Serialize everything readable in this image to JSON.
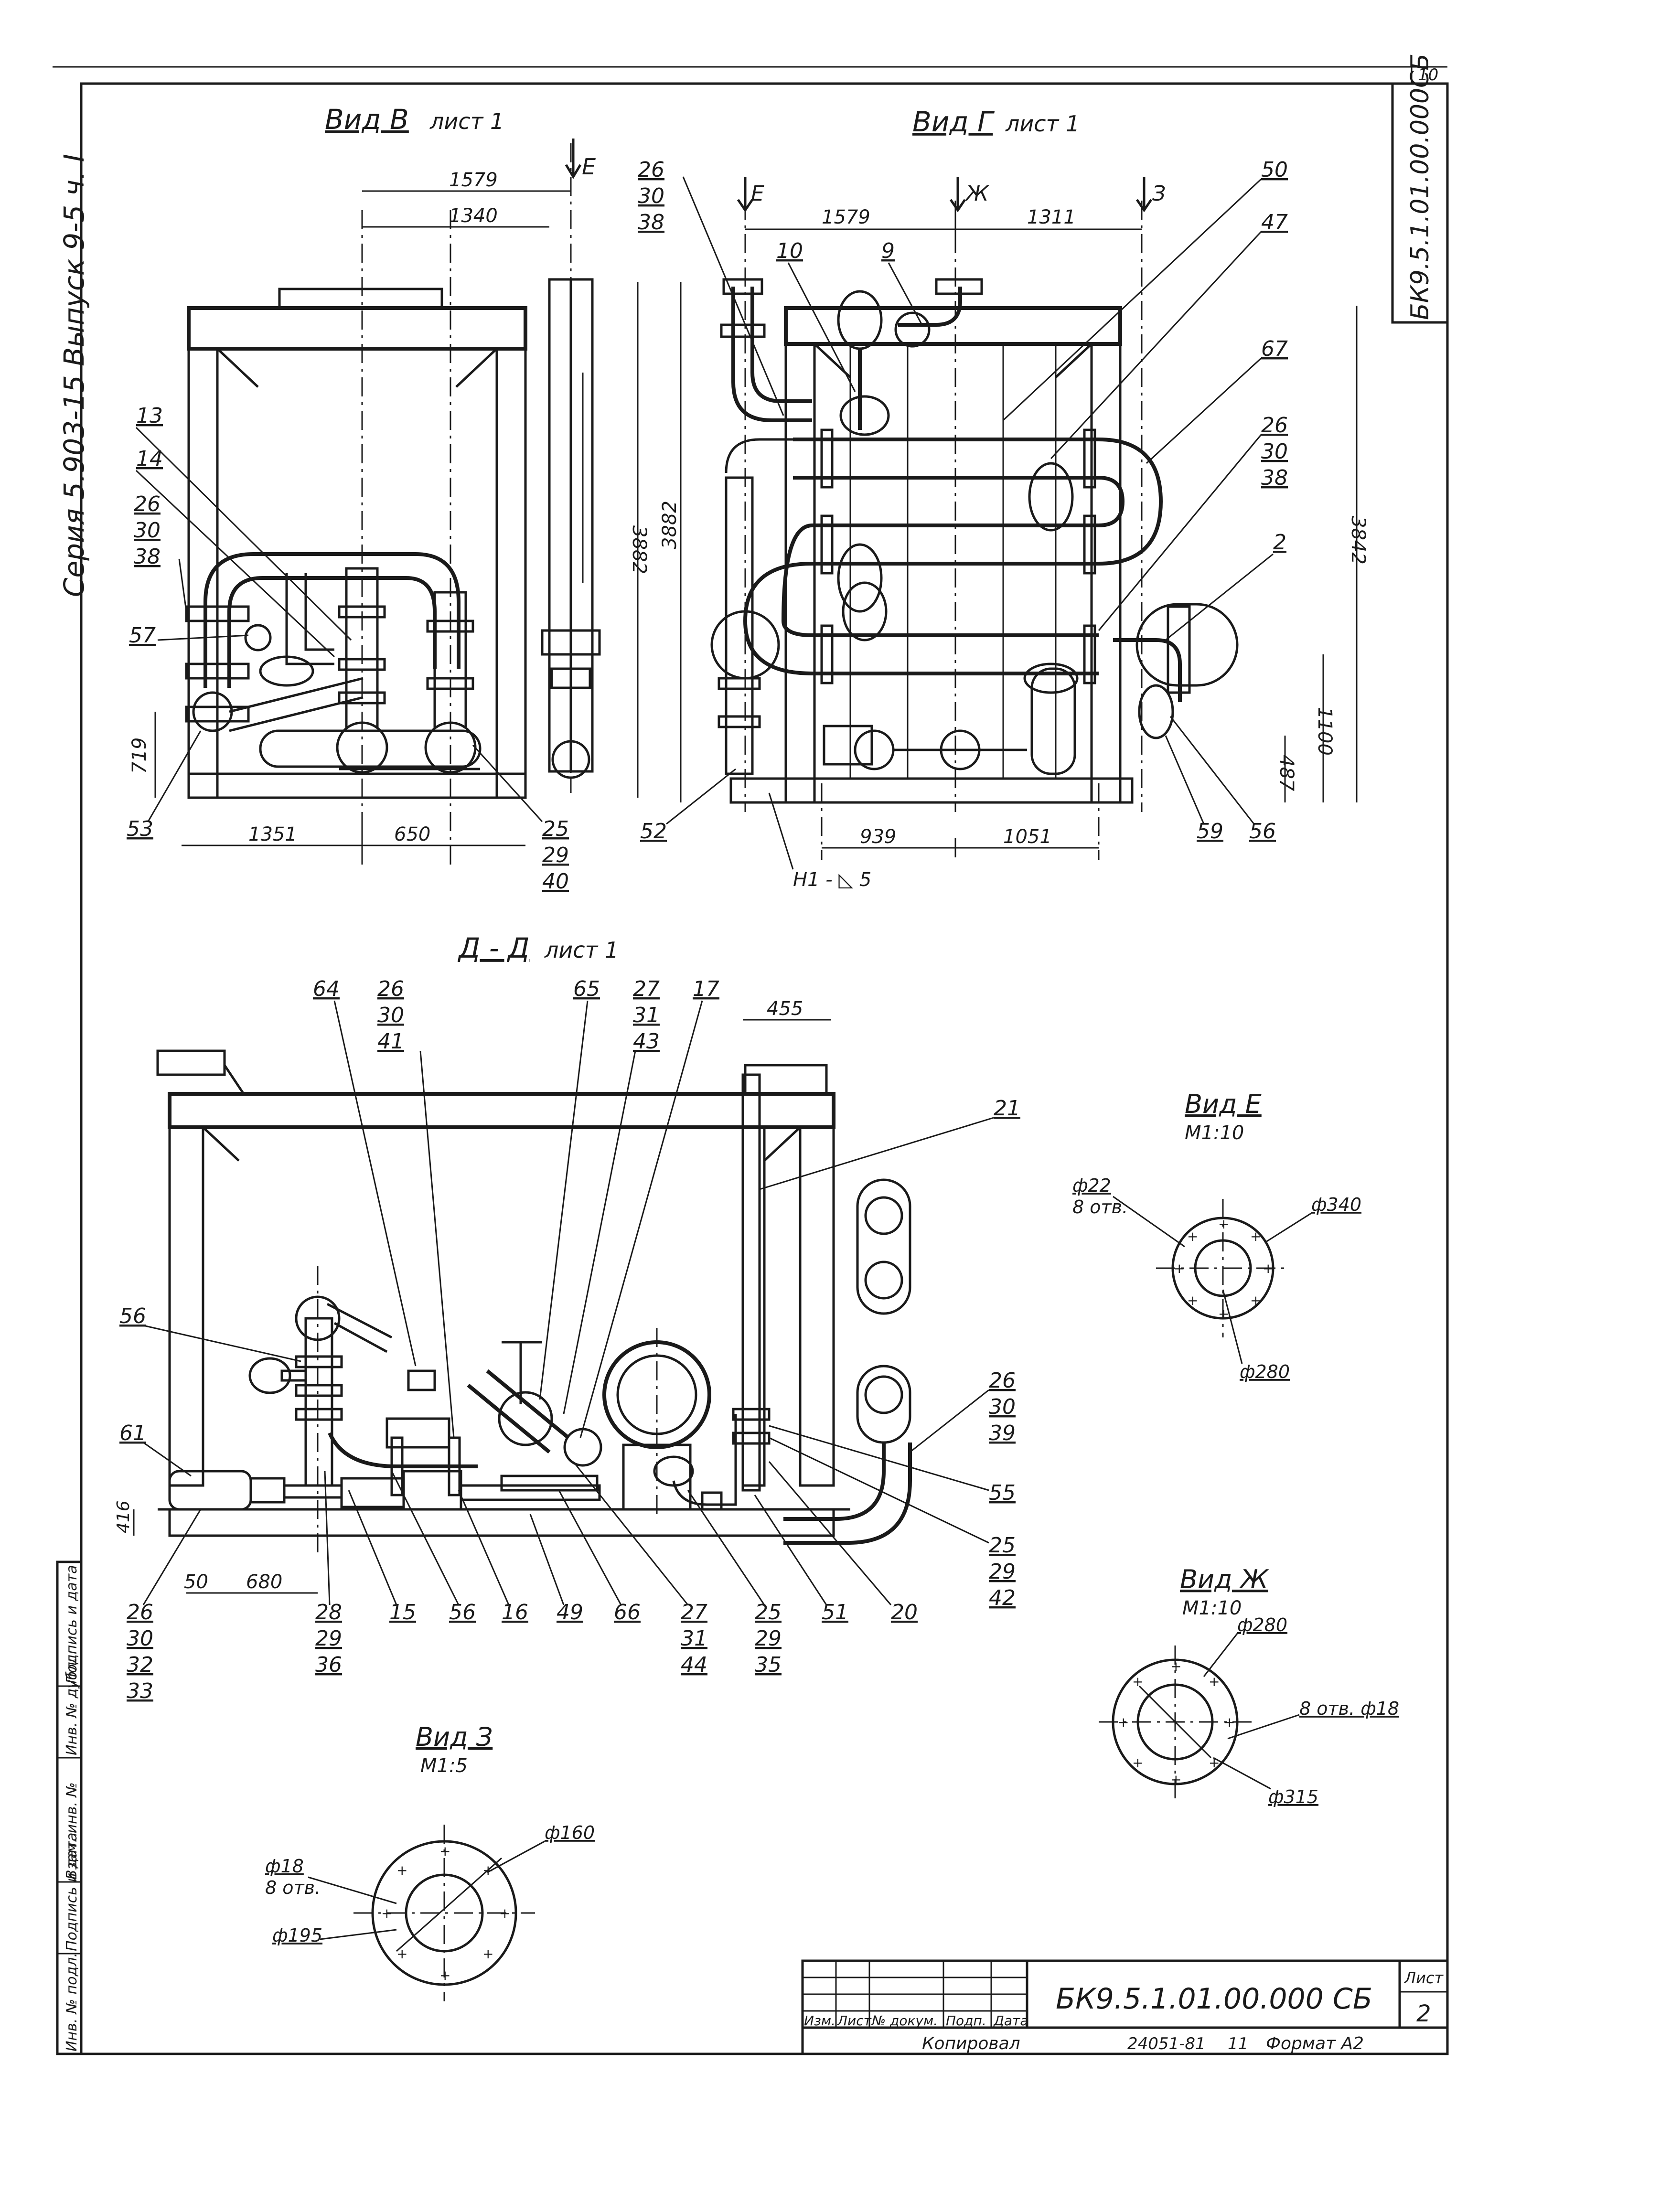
{
  "sheet": {
    "page_number_top": "10",
    "vertical_code": "БК9.5.1.01.00.000СБ",
    "series_text": "Серия  5.903-15      Выпуск  9-5      ч. I"
  },
  "views": {
    "view_b": {
      "title": "Вид В",
      "sheet_ref": "лист 1"
    },
    "view_g": {
      "title": "Вид Г",
      "sheet_ref": "лист 1"
    },
    "view_dd": {
      "title": "Д - Д",
      "sheet_ref": "лист 1"
    },
    "view_e": {
      "title": "Вид Е",
      "scale": "М1:10"
    },
    "view_zh": {
      "title": "Вид Ж",
      "scale": "М1:10"
    },
    "view_z": {
      "title": "Вид З",
      "scale": "М1:5"
    }
  },
  "dimensions": {
    "b_1579": "1579",
    "b_1340": "1340",
    "b_3882": "3882",
    "b_719": "719",
    "b_1351": "1351",
    "b_650": "650",
    "g_1579": "1579",
    "g_1311": "1311",
    "g_3882": "3882",
    "g_3842": "3842",
    "g_1100": "1100",
    "g_487": "487",
    "g_939": "939",
    "g_1051": "1051",
    "d_455": "455",
    "d_416": "416",
    "d_50": "50",
    "d_680": "680"
  },
  "section_marks": {
    "e": "Е",
    "zh": "Ж",
    "z": "З"
  },
  "callouts": {
    "b_13": "13",
    "b_14": "14",
    "b_26": "26",
    "b_30": "30",
    "b_38": "38",
    "b_57": "57",
    "b_53": "53",
    "b_25": "25",
    "b_29": "29",
    "b_40": "40",
    "g_26a": "26",
    "g_30a": "30",
    "g_38a": "38",
    "g_10": "10",
    "g_9": "9",
    "g_50": "50",
    "g_47": "47",
    "g_67": "67",
    "g_26b": "26",
    "g_30b": "30",
    "g_38b": "38",
    "g_2": "2",
    "g_52": "52",
    "g_59": "59",
    "g_56": "56",
    "g_weld": "Н1 - ◺ 5",
    "d_64": "64",
    "d_26a": "26",
    "d_30a": "30",
    "d_41": "41",
    "d_65": "65",
    "d_27a": "27",
    "d_31a": "31",
    "d_43": "43",
    "d_17": "17",
    "d_21": "21",
    "d_56a": "56",
    "d_61": "61",
    "d_26b": "26",
    "d_30b": "30",
    "d_39": "39",
    "d_55": "55",
    "d_25a": "25",
    "d_29a": "29",
    "d_42": "42",
    "d_26c": "26",
    "d_30c": "30",
    "d_32": "32",
    "d_33": "33",
    "d_28": "28",
    "d_29b": "29",
    "d_36": "36",
    "d_15": "15",
    "d_56b": "56",
    "d_16": "16",
    "d_49": "49",
    "d_66": "66",
    "d_27b": "27",
    "d_31b": "31",
    "d_44": "44",
    "d_25b": "25",
    "d_29c": "29",
    "d_35": "35",
    "d_51": "51",
    "d_20": "20"
  },
  "flange_labels": {
    "e_bolt": "ф22",
    "e_holes": "8 отв.",
    "e_outer": "ф340",
    "e_bore": "ф280",
    "zh_outer": "ф280",
    "zh_holes": "8 отв. ф18",
    "zh_bc": "ф315",
    "z_bolt": "ф18",
    "z_holes": "8 отв.",
    "z_bore": "ф160",
    "z_bc": "ф195"
  },
  "left_strip": {
    "cells": [
      "Инв. № подл.",
      "Подпись и дата",
      "Взам. инв. №",
      "Инв. № дубл.",
      "Подпись и дата"
    ]
  },
  "title_block": {
    "doc_code": "БК9.5.1.01.00.000 СБ",
    "sheet_label": "Лист",
    "sheet_number": "2",
    "cols": [
      "Изм.",
      "Лист",
      "№ докум.",
      "Подп.",
      "Дата"
    ],
    "footer_copied": "Копировал",
    "footer_num": "24051-81",
    "footer_11": "11",
    "footer_format": "Формат А2"
  }
}
